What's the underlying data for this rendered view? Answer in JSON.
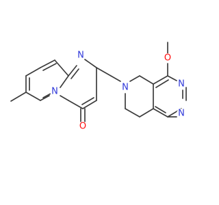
{
  "molecule": {
    "colors": {
      "bond": "#3c3c3c",
      "N": "#2f38d9",
      "O": "#ff0d0d"
    },
    "atoms": [
      {
        "id": "N1",
        "element": "N",
        "label": "N"
      },
      {
        "id": "N2",
        "element": "N",
        "label": "N"
      },
      {
        "id": "O1",
        "element": "O",
        "label": "O"
      },
      {
        "id": "N3",
        "element": "N",
        "label": "N"
      },
      {
        "id": "O2",
        "element": "O",
        "label": "O"
      },
      {
        "id": "N4",
        "element": "N",
        "label": "N"
      },
      {
        "id": "N5",
        "element": "N",
        "label": "N"
      }
    ]
  }
}
